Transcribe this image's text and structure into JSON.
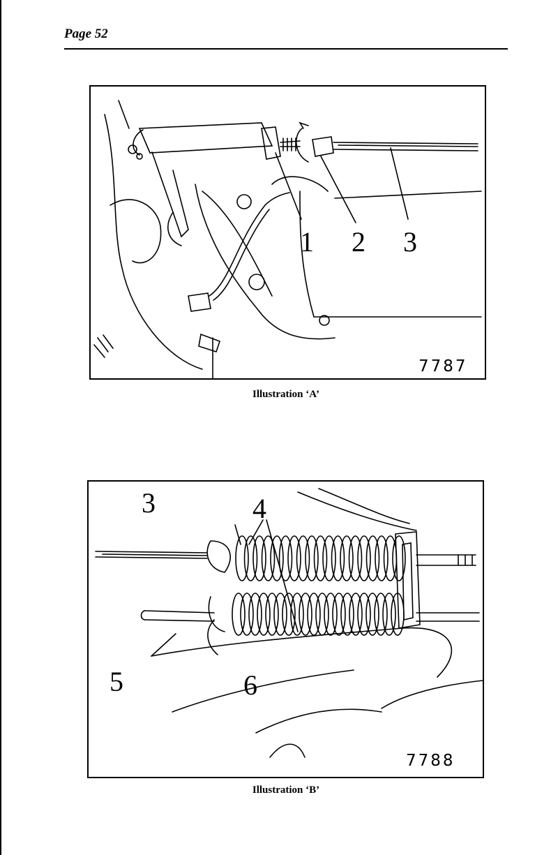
{
  "page": {
    "header": "Page 52"
  },
  "figure_a": {
    "number": "7787",
    "caption": "Illustration  ‘A’",
    "callouts": [
      "1",
      "2",
      "3"
    ]
  },
  "figure_b": {
    "number": "7788",
    "caption": "Illustration  ‘B’",
    "callouts": [
      "3",
      "4",
      "5",
      "6"
    ]
  }
}
